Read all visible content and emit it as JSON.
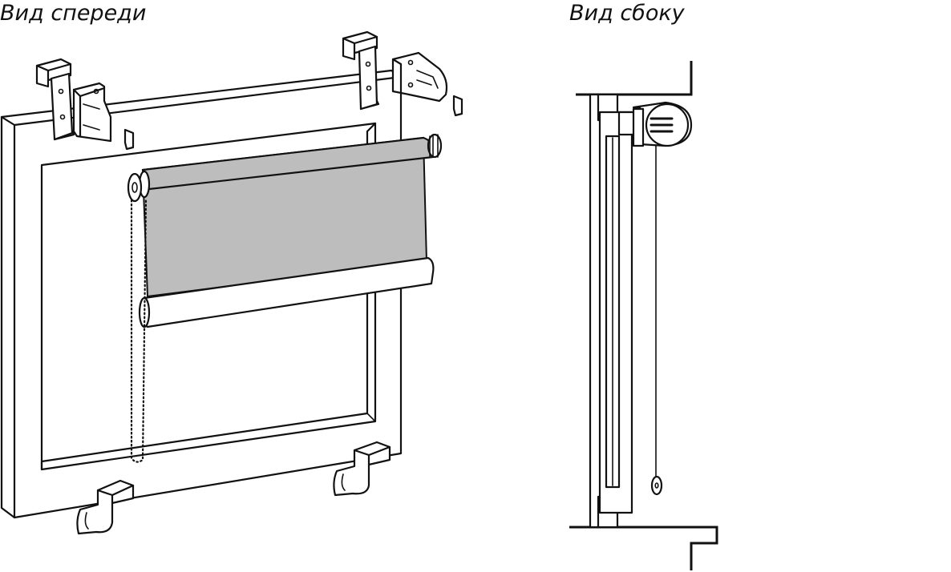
{
  "captions": {
    "front_view": "Вид спереди",
    "side_view": "Вид сбоку"
  },
  "colors": {
    "fabric": "#bdbdbd",
    "line": "#111111",
    "background": "#ffffff"
  },
  "icons": [
    "window-frame",
    "roller-blind-fabric",
    "mounting-bracket",
    "bead-chain"
  ]
}
